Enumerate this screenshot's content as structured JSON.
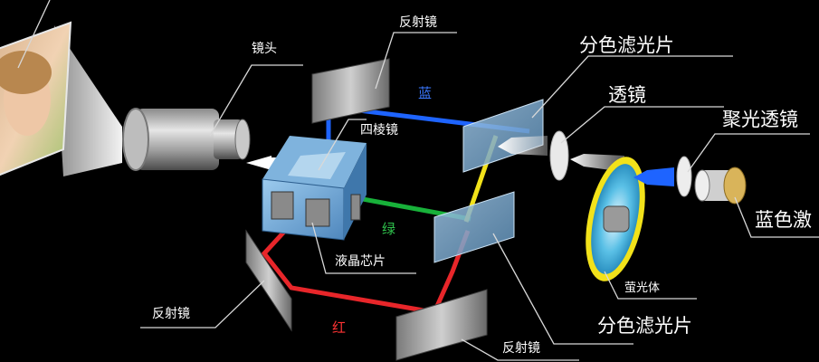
{
  "labels": {
    "lens": "镜头",
    "mirror_top": "反射镜",
    "dichroic_top": "分色滤光片",
    "condenser": "透镜",
    "focus_lens": "聚光透镜",
    "prism": "四棱镜",
    "lcd_chip": "液晶芯片",
    "blue_laser": "蓝色激",
    "phosphor": "萤光体",
    "mirror_left": "反射镜",
    "dichroic_bottom": "分色滤光片",
    "mirror_bottom": "反射镜"
  },
  "beam_labels": {
    "blue": "蓝",
    "green": "绿",
    "red": "红"
  },
  "colors": {
    "background": "#000000",
    "blue_beam": "#1e64ff",
    "green_beam": "#18b13a",
    "red_beam": "#e8262a",
    "yellow_beam": "#f2e21a",
    "leader": "#d8d8d8"
  }
}
